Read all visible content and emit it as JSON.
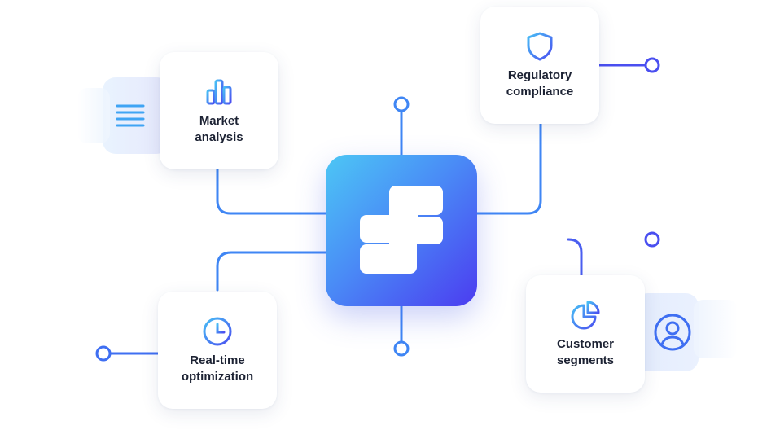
{
  "nodes": {
    "market": {
      "label": "Market\nanalysis",
      "icon": "bar-chart-icon"
    },
    "regulatory": {
      "label": "Regulatory\ncompliance",
      "icon": "shield-icon"
    },
    "realtime": {
      "label": "Real-time\noptimization",
      "icon": "clock-icon"
    },
    "customer": {
      "label": "Customer\nsegments",
      "icon": "pie-chart-icon"
    }
  },
  "hub": {
    "icon": "brand-logo-icon"
  },
  "side_panels": {
    "left": "list-lines-icon",
    "right": "user-avatar-icon"
  },
  "colors": {
    "accent_blue": "#3f8cf4",
    "accent_indigo": "#4a3cf0",
    "accent_cyan": "#4cc7f5",
    "text": "#1c2233"
  }
}
